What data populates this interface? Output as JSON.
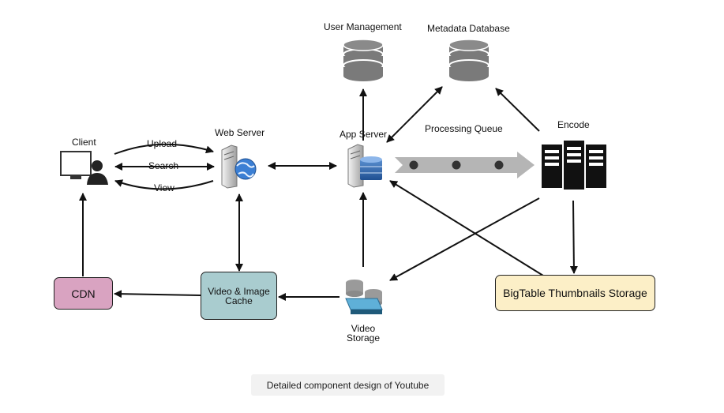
{
  "nodes": {
    "client": "Client",
    "web_server": "Web Server",
    "app_server": "App Server",
    "user_management": "User Management",
    "metadata_database": "Metadata Database",
    "processing_queue": "Processing Queue",
    "encode": "Encode",
    "cdn": "CDN",
    "cache_line1": "Video  & Image",
    "cache_line2": "Cache",
    "video_storage_line1": "Video",
    "video_storage_line2": "Storage",
    "bigtable": "BigTable Thumbnails Storage"
  },
  "edges": {
    "upload": "Upload",
    "search": "Search",
    "view": "View"
  },
  "caption": "Detailed component design of Youtube",
  "colors": {
    "cdn_fill": "#d9a3c1",
    "cache_fill": "#a9cccf",
    "bigtable_fill": "#fcefc7",
    "db_gray": "#7a7a7a",
    "queue_gray": "#b5b5b5",
    "encode_black": "#111111"
  }
}
